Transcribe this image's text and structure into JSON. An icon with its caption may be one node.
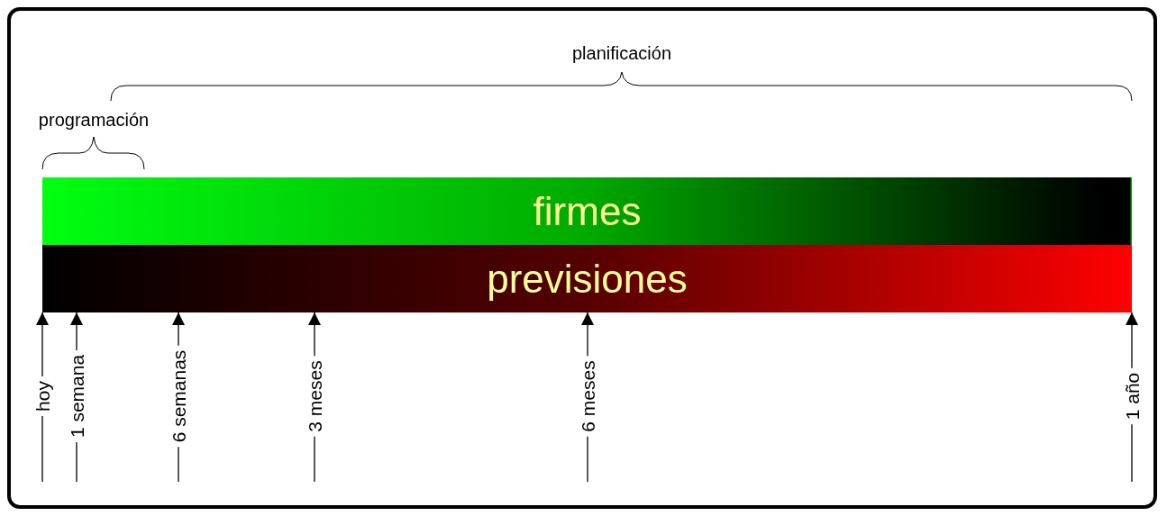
{
  "diagram": {
    "nodes": [
      {
        "text": [
          "firmes"
        ]
      },
      {
        "text": [
          "previsiones"
        ]
      },
      {
        "text": [
          "hoy"
        ]
      },
      {
        "text": [
          "1 semana"
        ]
      },
      {
        "text": [
          "6 semanas"
        ]
      },
      {
        "text": [
          "3 meses"
        ]
      },
      {
        "text": [
          "6 meses"
        ]
      },
      {
        "text": [
          "1 año"
        ]
      }
    ],
    "edges": [
      {
        "from": 2,
        "to": 1,
        "arrow": "to"
      },
      {
        "from": 3,
        "to": 1,
        "arrow": "to"
      },
      {
        "from": 4,
        "to": 1,
        "arrow": "to"
      },
      {
        "from": 5,
        "to": 1,
        "arrow": "to"
      },
      {
        "from": 6,
        "to": 1,
        "arrow": "to"
      },
      {
        "from": 7,
        "to": 1,
        "arrow": "to"
      }
    ],
    "labels": [
      "planificación",
      "programación"
    ]
  }
}
